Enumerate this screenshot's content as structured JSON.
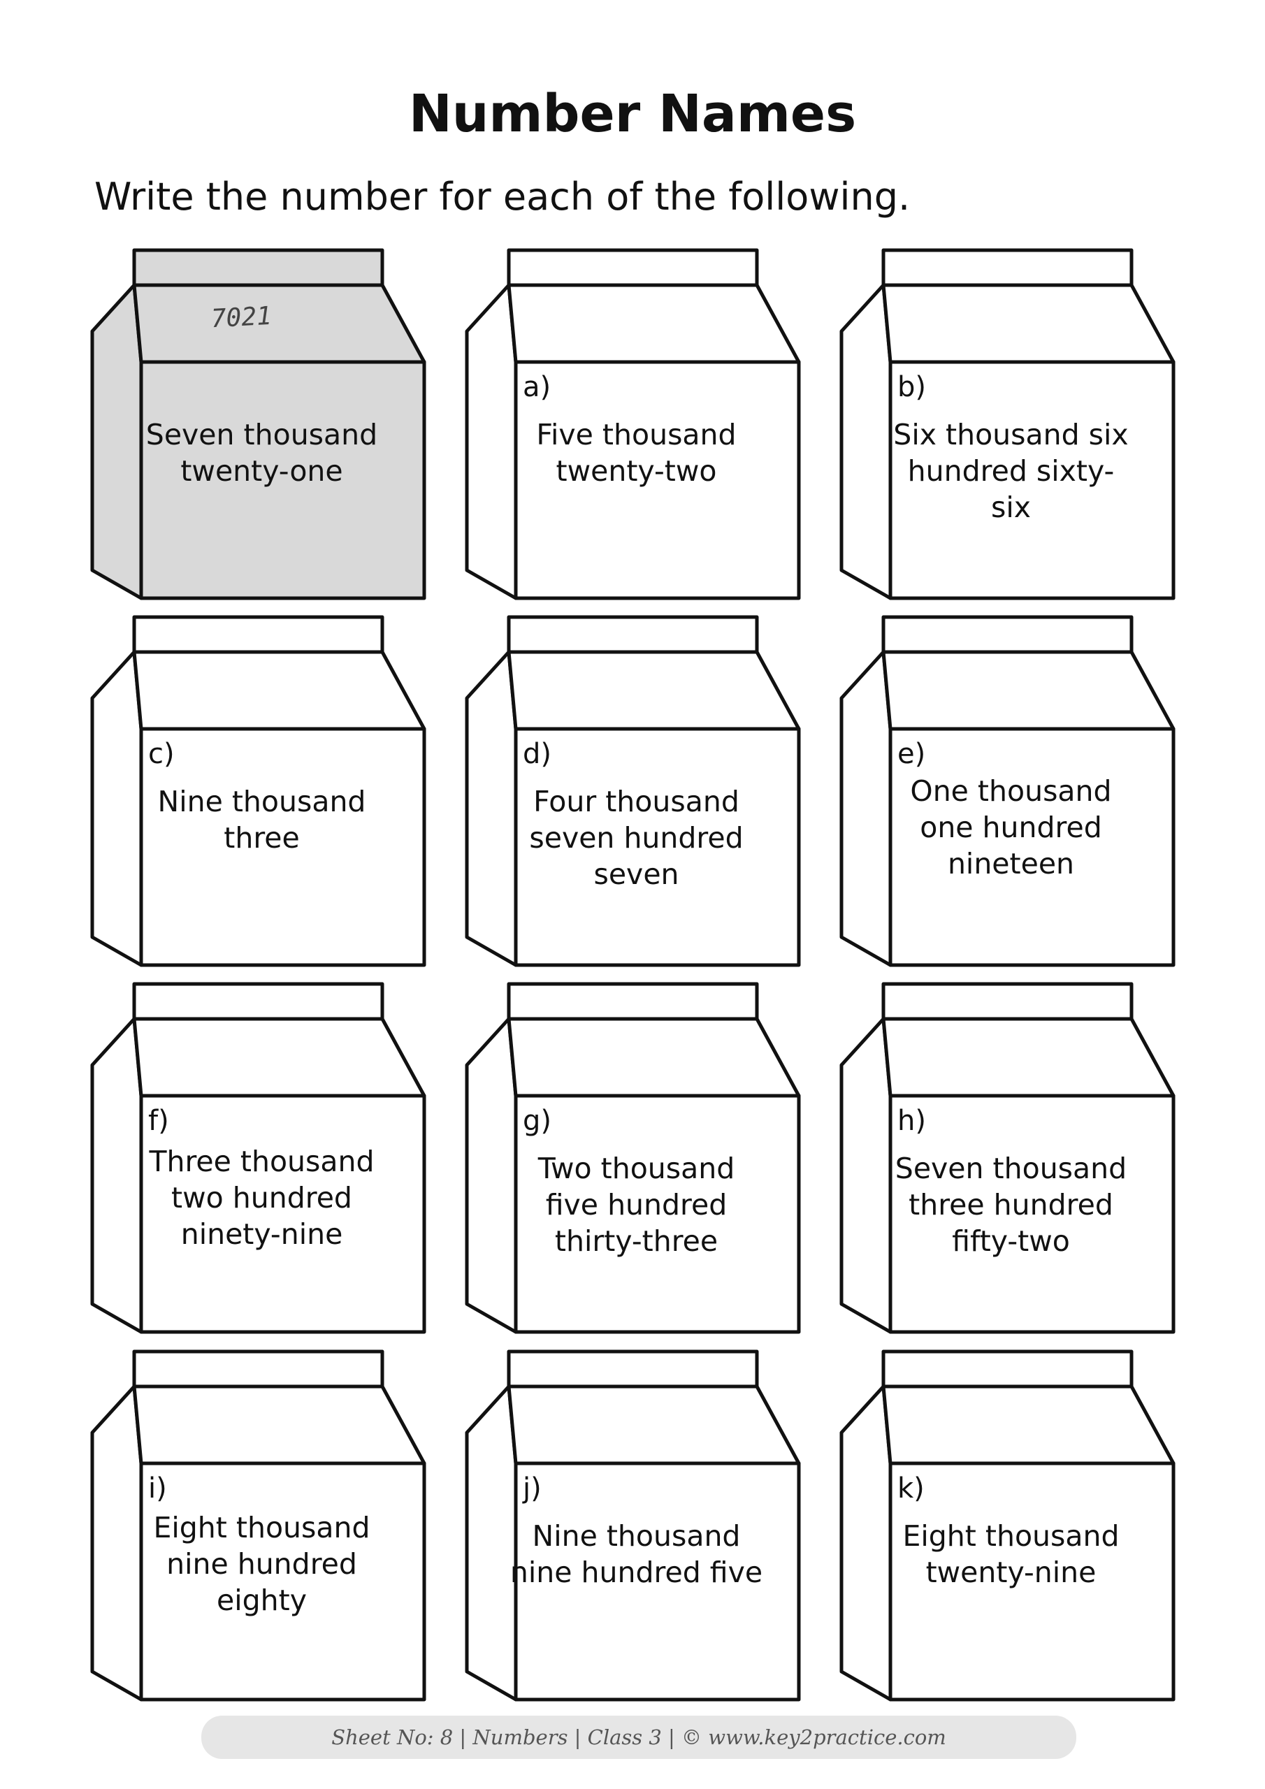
{
  "title": "Number Names",
  "instruction": "Write the number for each of the following.",
  "example": {
    "answer": "7021",
    "words": "Seven thousand twenty-one",
    "fill_color": "#d9d9d9"
  },
  "cartons": [
    {
      "letter": "a)",
      "words": "Five thousand twenty-two"
    },
    {
      "letter": "b)",
      "words": "Six thousand six hundred sixty-six"
    },
    {
      "letter": "c)",
      "words": "Nine thousand three"
    },
    {
      "letter": "d)",
      "words": "Four thousand seven hundred seven"
    },
    {
      "letter": "e)",
      "words": "One thousand one hundred nineteen"
    },
    {
      "letter": "f)",
      "words": "Three thousand two hundred ninety-nine"
    },
    {
      "letter": "g)",
      "words": "Two thousand five hundred thirty-three"
    },
    {
      "letter": "h)",
      "words": "Seven thousand three hundred fifty-two"
    },
    {
      "letter": "i)",
      "words": "Eight thousand nine hundred eighty"
    },
    {
      "letter": "j)",
      "words": "Nine thousand nine hundred five"
    },
    {
      "letter": "k)",
      "words": "Eight thousand twenty-nine"
    }
  ],
  "footer": "Sheet No: 8 | Numbers | Class 3 | © www.key2practice.com"
}
